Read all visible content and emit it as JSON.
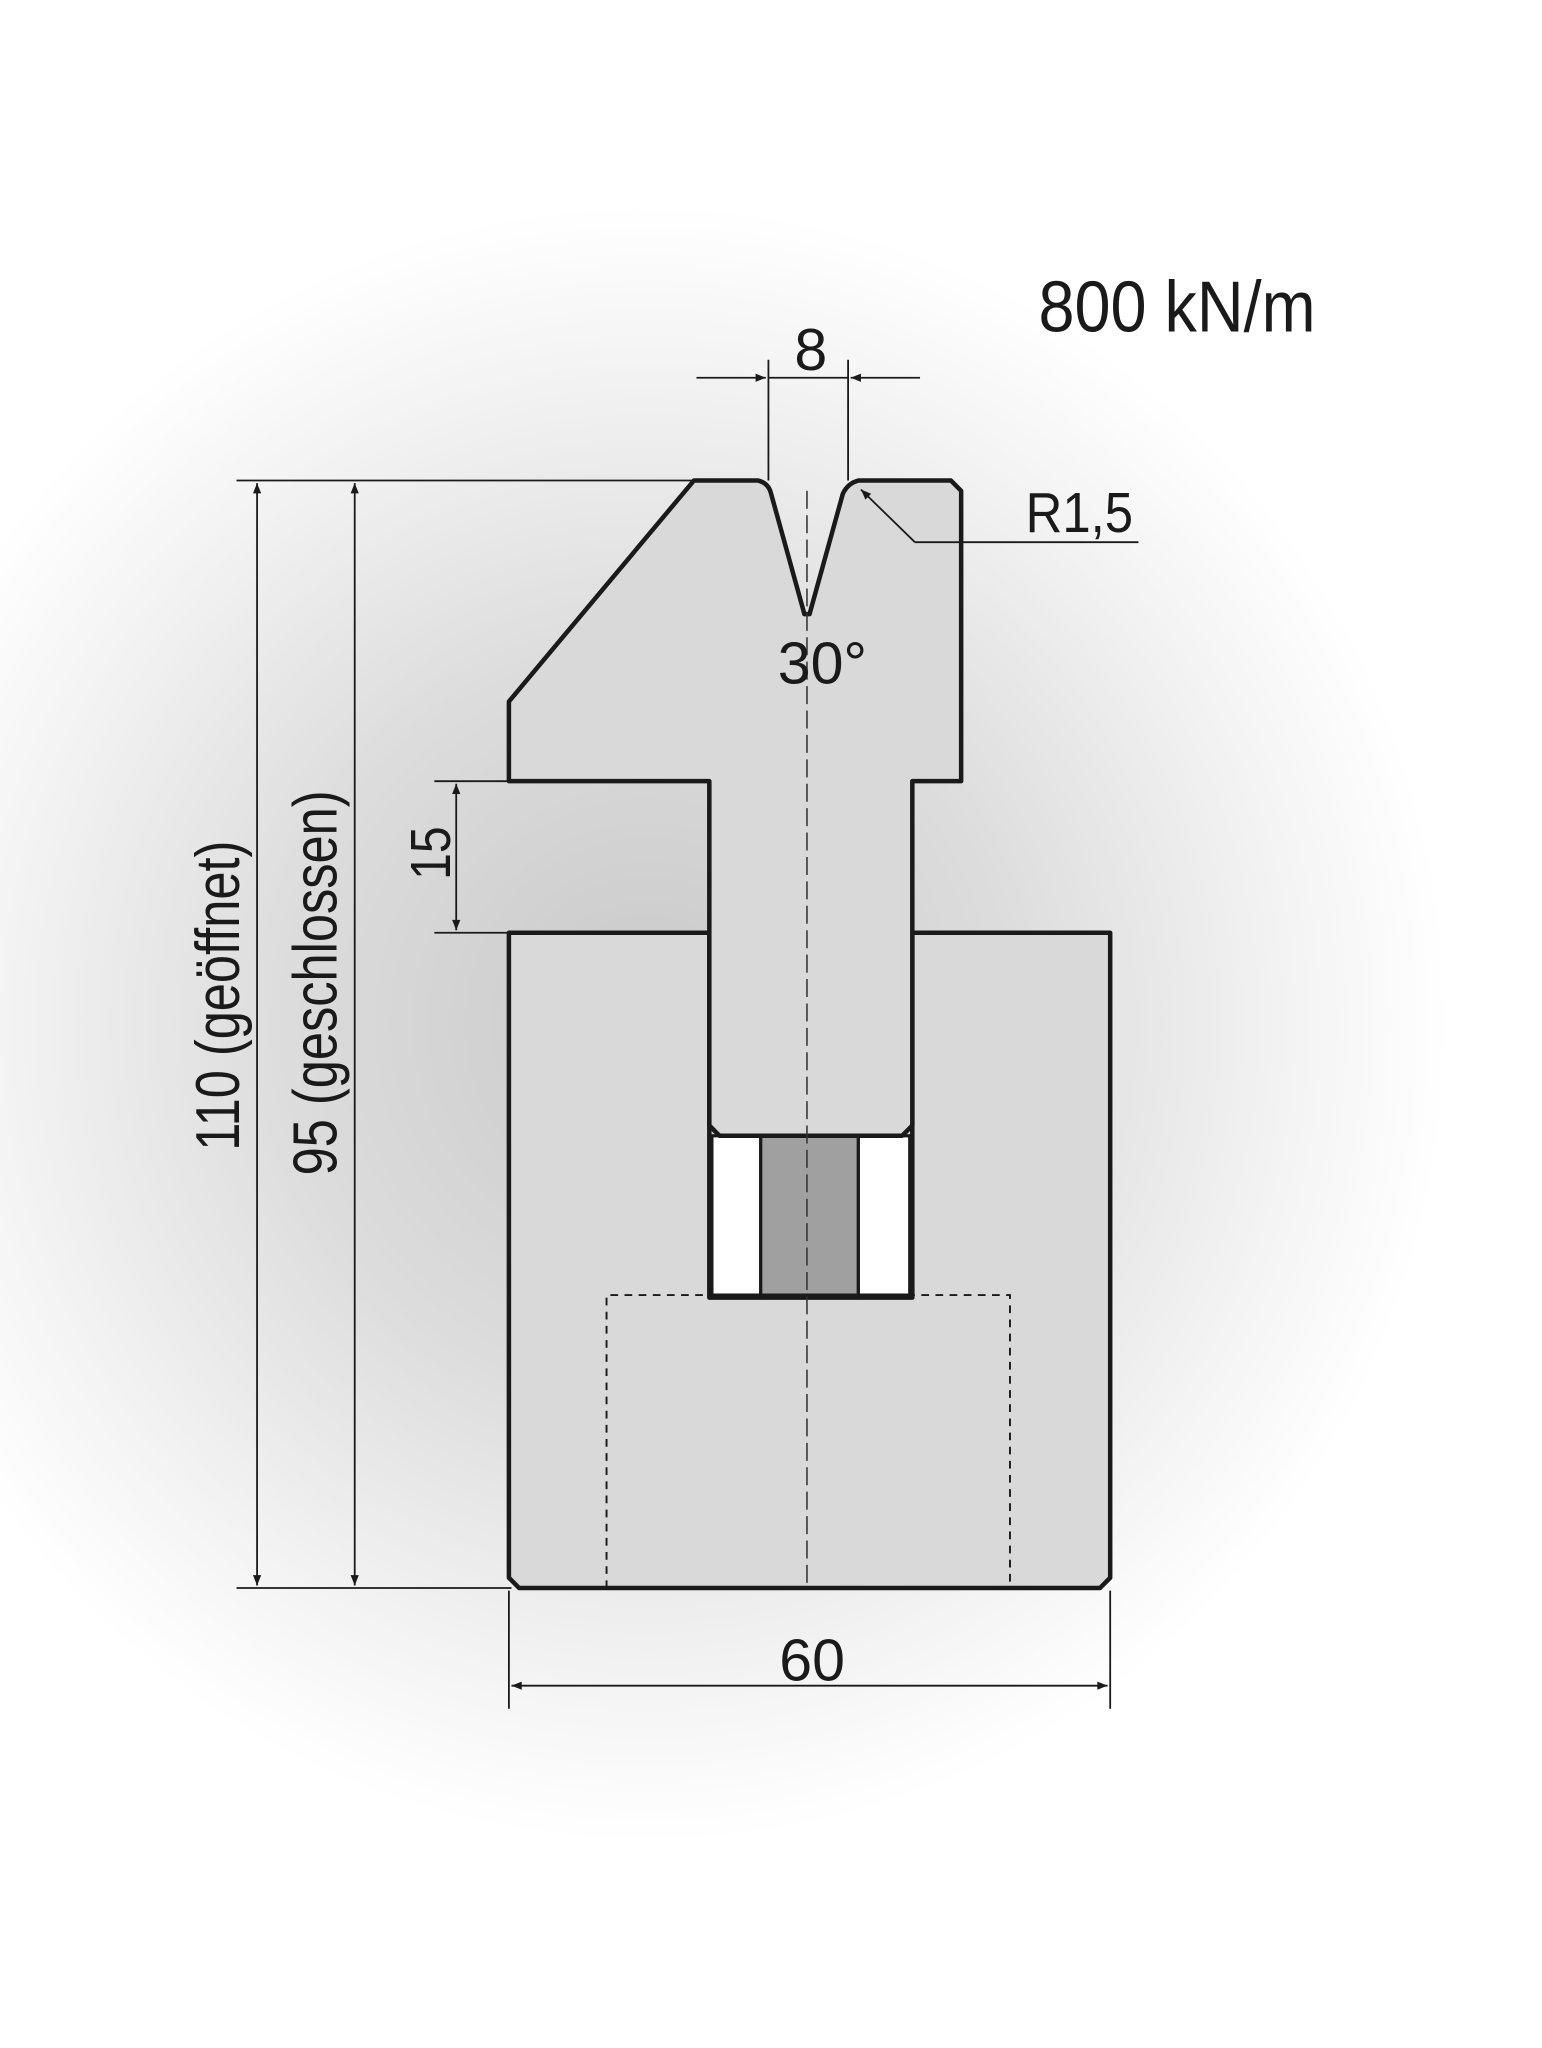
{
  "force_rating": "800 kN/m",
  "dimensions": {
    "v_opening": "8",
    "radius": "R1,5",
    "angle": "30°",
    "step_height": "15",
    "height_open": "110 (geöffnet)",
    "height_closed": "95 (geschlossen)",
    "width": "60"
  },
  "colors": {
    "body_fill": "#d9d9d9",
    "insert_fill": "#a0a0a0",
    "outline": "#1a1a1a"
  }
}
